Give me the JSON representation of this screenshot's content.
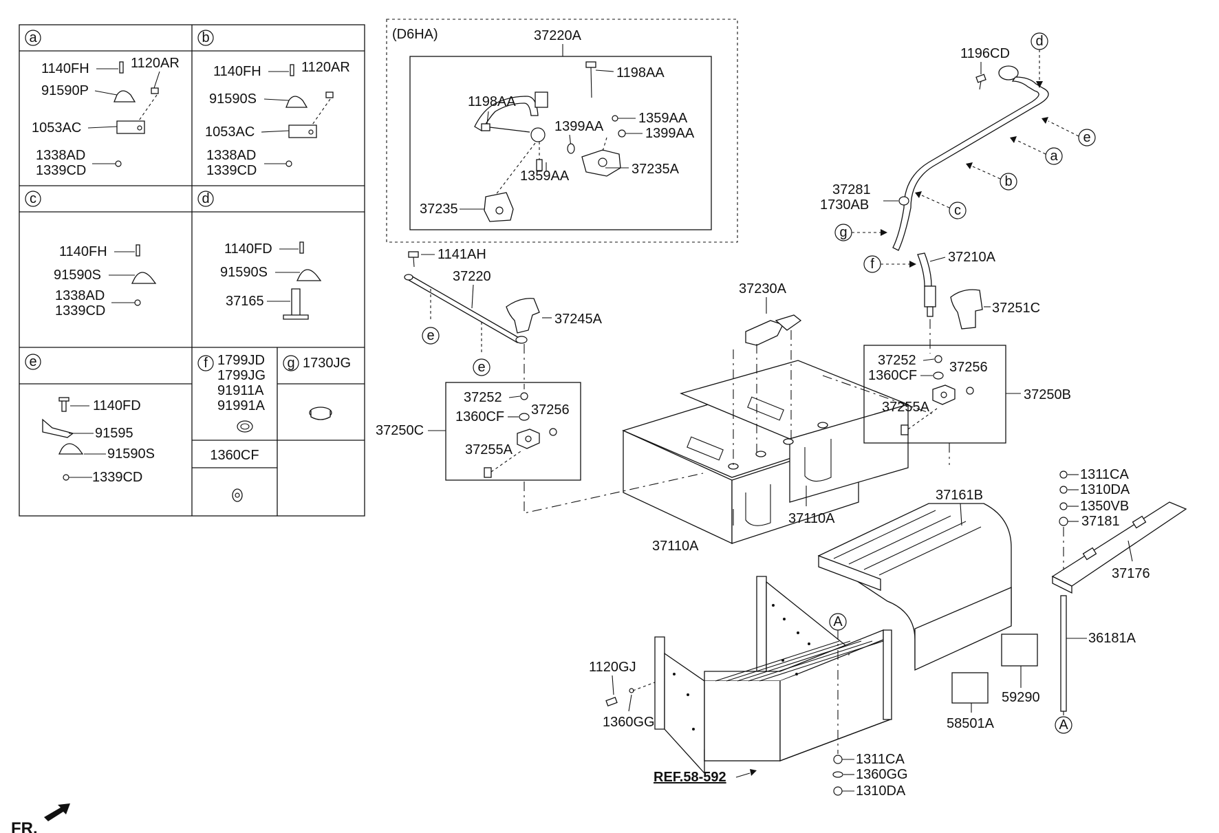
{
  "table": {
    "a": {
      "title": "a",
      "lines": [
        "1140FH",
        "1120AR",
        "91590P",
        "1053AC",
        "1338AD",
        "1339CD"
      ]
    },
    "b": {
      "title": "b",
      "lines": [
        "1140FH",
        "1120AR",
        "91590S",
        "1053AC",
        "1338AD",
        "1339CD"
      ]
    },
    "c": {
      "title": "c",
      "lines": [
        "1140FH",
        "91590S",
        "1338AD",
        "1339CD"
      ]
    },
    "d": {
      "title": "d",
      "lines": [
        "1140FD",
        "91590S",
        "37165"
      ]
    },
    "e": {
      "title": "e",
      "lines": [
        "1140FD",
        "91595",
        "91590S",
        "1339CD"
      ]
    },
    "f": {
      "title": "f",
      "lines": [
        "1799JD",
        "1799JG",
        "91911A",
        "91991A"
      ]
    },
    "g": {
      "title": "g",
      "lines": [
        "1730JG"
      ]
    },
    "h": {
      "lines": [
        "1360CF"
      ]
    }
  },
  "inset": {
    "variant": "(D6HA)",
    "title": "37220A",
    "labels": [
      "1198AA",
      "1198AA",
      "1399AA",
      "1359AA",
      "1399AA",
      "1359AA",
      "37235A",
      "37235"
    ]
  },
  "callouts": {
    "c1141AH": "1141AH",
    "c37220": "37220",
    "c37245A": "37245A",
    "c37250C": "37250C",
    "c37252L": "37252",
    "c1360CFL": "1360CF",
    "c37256L": "37256",
    "c37255AL": "37255A",
    "c37230A": "37230A",
    "c37110A_1": "37110A",
    "c37110A_2": "37110A",
    "c1196CD": "1196CD",
    "c37281": "37281",
    "c1730AB": "1730AB",
    "c37210A": "37210A",
    "c37251C": "37251C",
    "c37252R": "37252",
    "c1360CFR": "1360CF",
    "c37256R": "37256",
    "c37255AR": "37255A",
    "c37250B": "37250B",
    "c37161B": "37161B",
    "c1311CA_t": "1311CA",
    "c1310DA_t": "1310DA",
    "c1350VB": "1350VB",
    "c37181": "37181",
    "c37176": "37176",
    "c36181A": "36181A",
    "c59290": "59290",
    "c58501A": "58501A",
    "c1120GJ": "1120GJ",
    "c1360GG_l": "1360GG",
    "cREF": "REF.58-592",
    "c1311CA_b": "1311CA",
    "c1360GG_b": "1360GG",
    "c1310DA_b": "1310DA",
    "fr": "FR."
  },
  "markers": {
    "a": "a",
    "b": "b",
    "c": "c",
    "d": "d",
    "e": "e",
    "f": "f",
    "g": "g",
    "A": "A"
  }
}
